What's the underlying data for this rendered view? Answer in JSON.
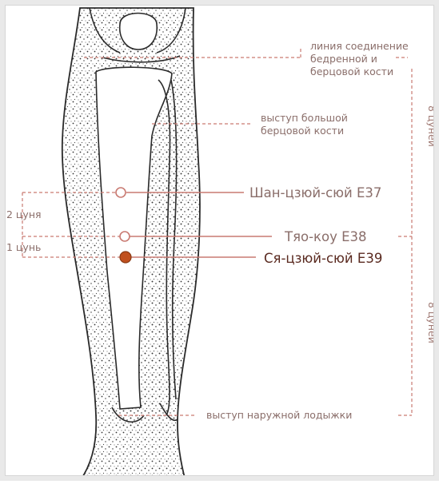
{
  "labels": {
    "joint_line": [
      "линия соединение",
      "бедренной и",
      "берцовой кости"
    ],
    "tibia_tuberosity": [
      "выступ большой",
      "берцовой кости"
    ],
    "ankle": "выступ наружной лодыжки",
    "upper_span": "8 цуней",
    "lower_span": "8 цуней",
    "two_cun": "2 цуня",
    "one_cun": "1 цунь"
  },
  "points": [
    {
      "label": "Шан-цзюй-сюй E37",
      "style": "hollow"
    },
    {
      "label": "Тяо-коу E38",
      "style": "hollow"
    },
    {
      "label": "Ся-цзюй-сюй E39",
      "style": "filled",
      "color": "#c0501e"
    }
  ],
  "colors": {
    "guide_line": "#c97a72",
    "label_text": "#8a6e6a",
    "point_fill": "#c0501e",
    "ink": "#2a2a2a"
  }
}
